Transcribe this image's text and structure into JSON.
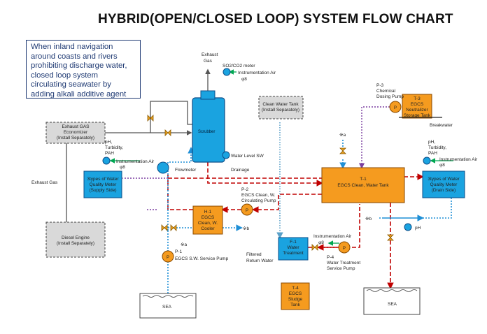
{
  "title": "HYBRID(OPEN/CLOSED LOOP) SYSTEM FLOW CHART",
  "note": "When inland navigation around coasts and rivers prohibiting discharge water, closed loop system circulating seawater by adding alkali additive agent",
  "colors": {
    "orange_equipment": "#f59b1f",
    "blue_equipment": "#1aa3e0",
    "gray_equipment": "#d9d9d9",
    "seawater_line": "#1f8fd6",
    "dosing_line": "#7b3fa0",
    "clean_water_line": "#5aa0c8",
    "closed_loop_line": "#c00000",
    "air_line": "#00a651",
    "valve": "#e8a020"
  },
  "labels": {
    "exhaust_gas_top": [
      "Exhaust",
      "Gas"
    ],
    "so2_meter": "SO2/CO2 meter",
    "instrumentation_air": "Instrumentation Air",
    "phi8": "φ8",
    "scrubber": "Scrubber",
    "water_level_sw": "Water Level SW",
    "exhaust_economizer": [
      "Exhaust GAS",
      "Economizer",
      "(Install Separately)"
    ],
    "exhaust_gas_side": "Exhaust Gas",
    "diesel_engine": [
      "Diesel Engine",
      "(Install Separately)"
    ],
    "clean_water_tank": [
      "Clean Water Tank",
      "(Install Separately)"
    ],
    "p3_chemical": [
      "P-3",
      "Chemical",
      "Dosing Pump"
    ],
    "t3": [
      "T-3",
      "EGCS",
      "Neutralizer",
      "Storage Tank"
    ],
    "breakwater": "Breakwater",
    "mark_a": "※a",
    "mark_b": "※b",
    "ph_turbidity": [
      "pH,",
      "Turbidity,",
      "PAH"
    ],
    "flowmeter": "Flowmeter",
    "drainage": "Drainage",
    "qm_supply": [
      "3types of Water",
      "Quality Meter",
      "(Supply Side)"
    ],
    "qm_drain": [
      "3types of Water",
      "Quality Meter",
      "(Drain Side)"
    ],
    "t1": [
      "T-1",
      "EGCS Clean, Water Tank"
    ],
    "p2": [
      "P-2",
      "EGCS Clean, W.",
      "Circulating Pump"
    ],
    "h1": [
      "H-1",
      "EGCS",
      "Clean, W.",
      "Cooler"
    ],
    "p1": [
      "P-1",
      "EGCS S.W. Service Pump"
    ],
    "f1": [
      "F-1",
      "Water",
      "Treatment"
    ],
    "p4": [
      "P-4",
      "Water Treatment",
      "Service Pump"
    ],
    "filtered_return": [
      "Filtered",
      "Return Water"
    ],
    "t4": [
      "T-4",
      "EGCS",
      "Sludge",
      "Tank"
    ],
    "ph": "pH",
    "sea": "SEA",
    "pump_letter": "P"
  }
}
